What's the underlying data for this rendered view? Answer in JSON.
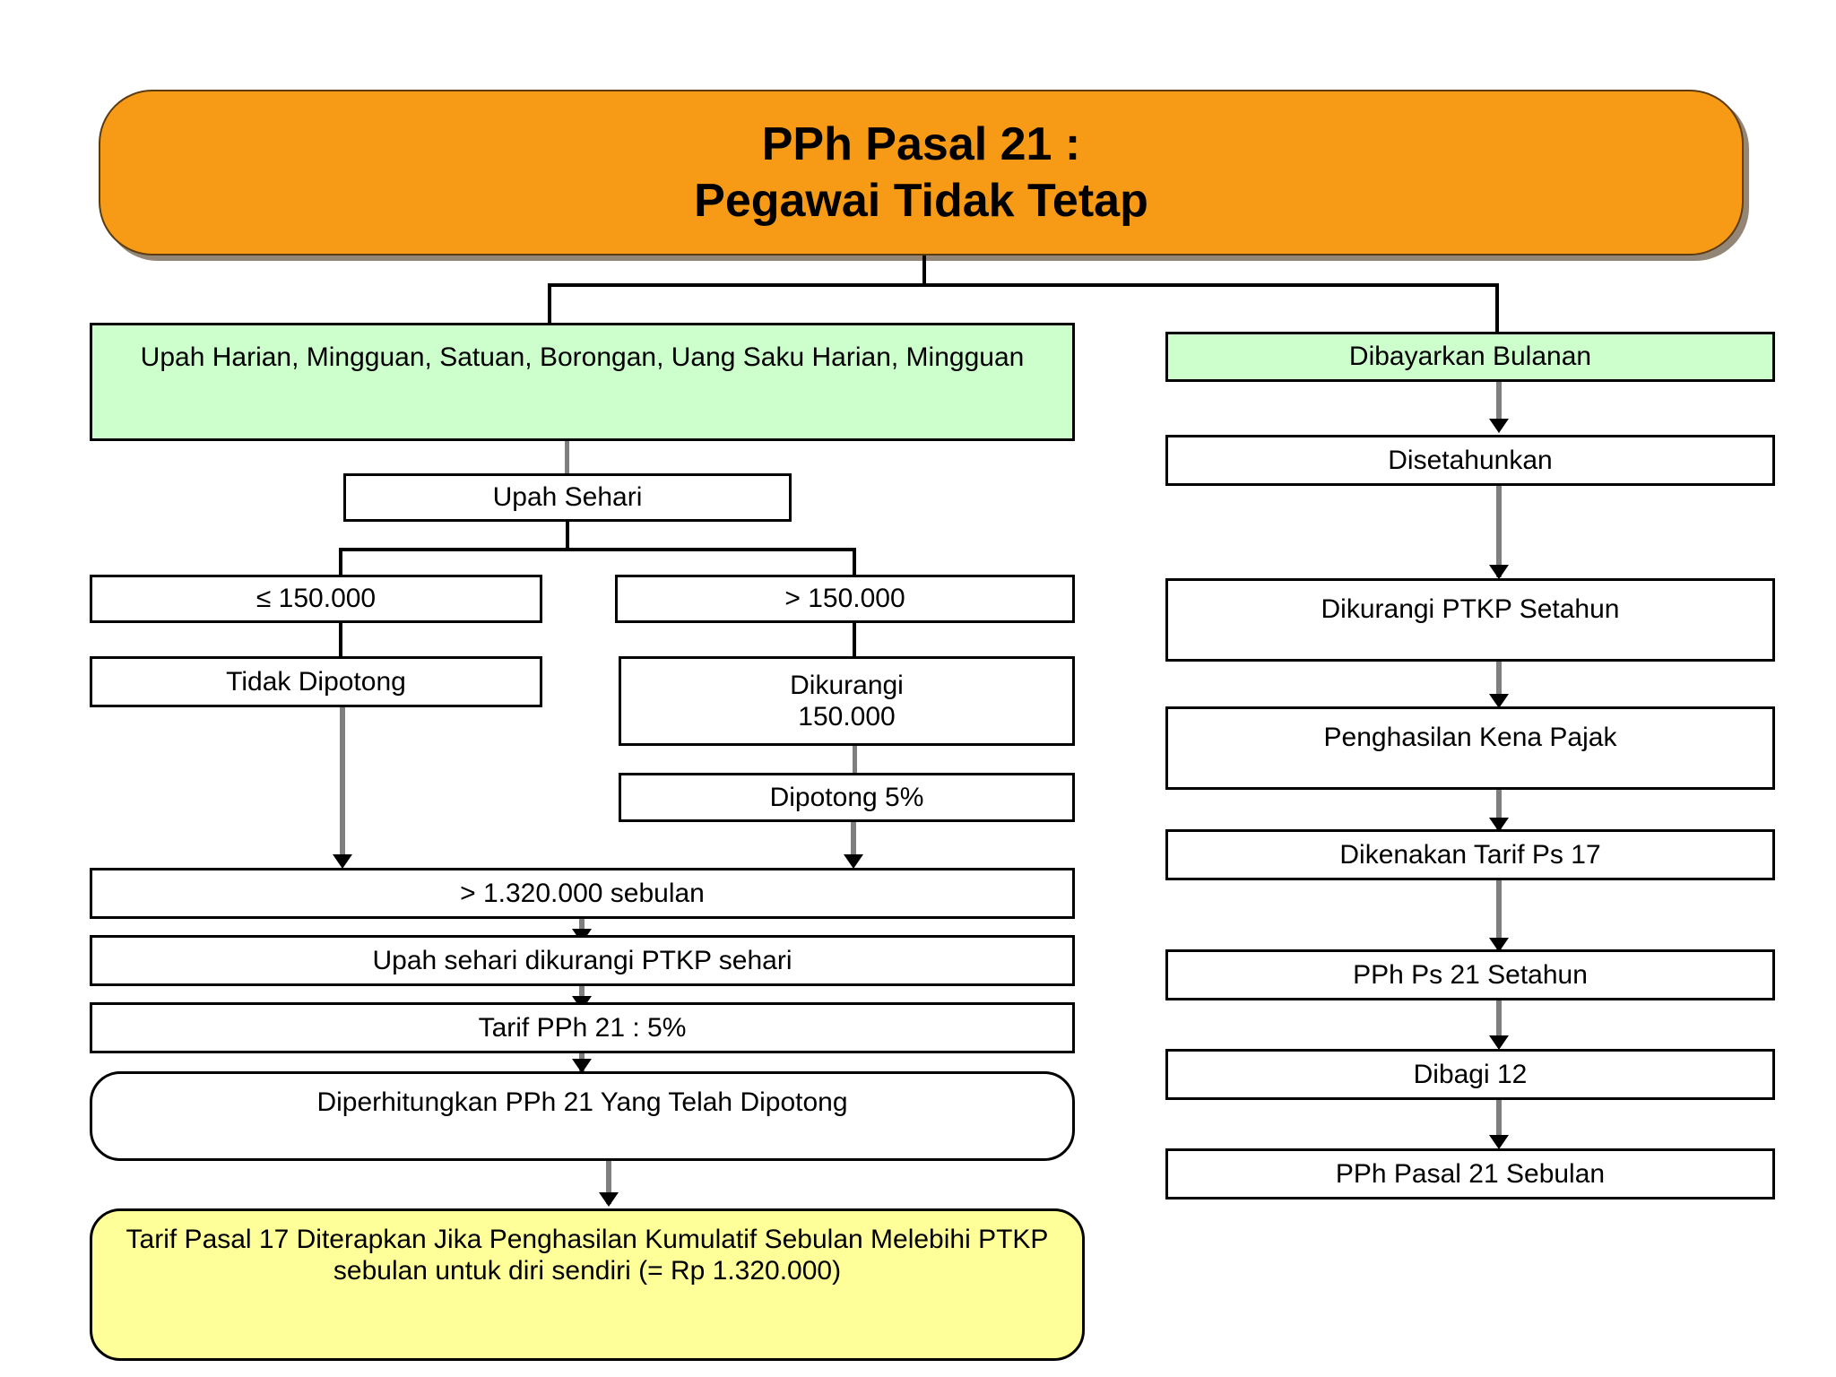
{
  "title": {
    "line1": "PPh Pasal 21 :",
    "line2": "Pegawai Tidak Tetap"
  },
  "colors": {
    "title_fill": "#F79B17",
    "green_fill": "#CCFFCC",
    "yellow_fill": "#FFFF99",
    "stroke": "#000000",
    "connector_grey": "#7F7F7F"
  },
  "left_branch": {
    "header": "Upah Harian, Mingguan, Satuan, Borongan, Uang Saku Harian, Mingguan",
    "upah_sehari": "Upah Sehari",
    "threshold_low": "≤ 150.000",
    "threshold_high": "> 150.000",
    "not_withheld": "Tidak Dipotong",
    "reduced_line1": "Dikurangi",
    "reduced_line2": "150.000",
    "withheld_5": "Dipotong 5%",
    "monthly_threshold": "> 1.320.000 sebulan",
    "daily_minus_ptkp": "Upah sehari dikurangi PTKP sehari",
    "rate": "Tarif PPh 21 : 5%",
    "credited": "Diperhitungkan PPh 21 Yang Telah Dipotong",
    "note_line1": "Tarif Pasal 17 Diterapkan Jika Penghasilan Kumulatif Sebulan Melebihi PTKP",
    "note_line2": "sebulan untuk diri sendiri (= Rp 1.320.000)"
  },
  "right_branch": {
    "header": "Dibayarkan Bulanan",
    "steps": [
      "Disetahunkan",
      "Dikurangi PTKP Setahun",
      "Penghasilan Kena Pajak",
      "Dikenakan Tarif Ps 17",
      "PPh Ps 21 Setahun",
      "Dibagi 12",
      "PPh Pasal 21 Sebulan"
    ]
  }
}
